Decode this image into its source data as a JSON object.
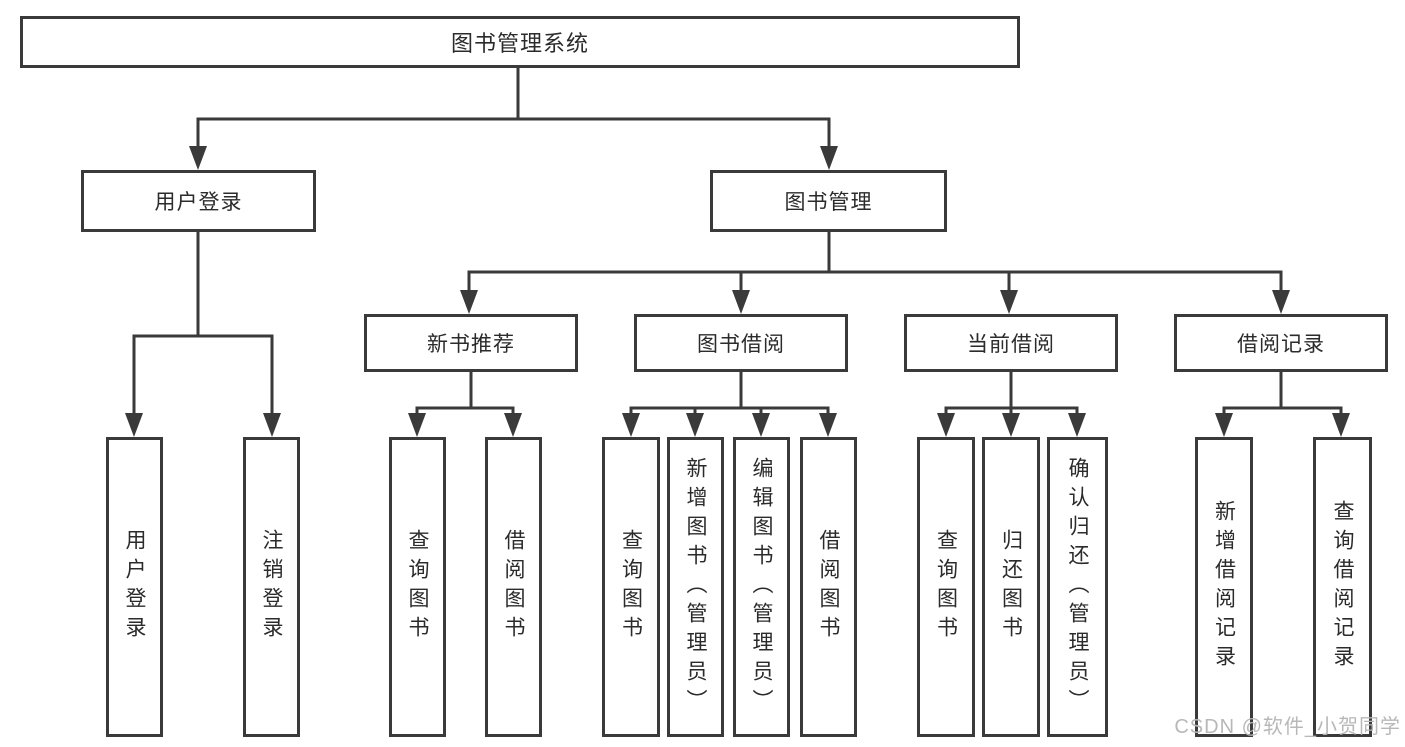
{
  "root": {
    "label": "图书管理系统"
  },
  "level2": [
    {
      "label": "用户登录",
      "parent": "图书管理系统"
    },
    {
      "label": "图书管理",
      "parent": "图书管理系统"
    }
  ],
  "level3": [
    {
      "label": "新书推荐",
      "parent": "图书管理"
    },
    {
      "label": "图书借阅",
      "parent": "图书管理"
    },
    {
      "label": "当前借阅",
      "parent": "图书管理"
    },
    {
      "label": "借阅记录",
      "parent": "图书管理"
    }
  ],
  "leaves": [
    {
      "label": "用户登录",
      "parent": "用户登录"
    },
    {
      "label": "注销登录",
      "parent": "用户登录"
    },
    {
      "label": "查询图书",
      "parent": "新书推荐"
    },
    {
      "label": "借阅图书",
      "parent": "新书推荐"
    },
    {
      "label": "查询图书",
      "parent": "图书借阅"
    },
    {
      "label": "新增图书（管理员）",
      "parent": "图书借阅"
    },
    {
      "label": "编辑图书（管理员）",
      "parent": "图书借阅"
    },
    {
      "label": "借阅图书",
      "parent": "图书借阅"
    },
    {
      "label": "查询图书",
      "parent": "当前借阅"
    },
    {
      "label": "归还图书",
      "parent": "当前借阅"
    },
    {
      "label": "确认归还（管理员）",
      "parent": "当前借阅"
    },
    {
      "label": "新增借阅记录",
      "parent": "借阅记录"
    },
    {
      "label": "查询借阅记录",
      "parent": "借阅记录"
    }
  ],
  "watermark": {
    "text": "CSDN @软件_小贺同学"
  },
  "colors": {
    "line": "#3a3a3a",
    "text": "#2b2b2b",
    "watermark": "#b8b8b8",
    "background": "#ffffff"
  }
}
